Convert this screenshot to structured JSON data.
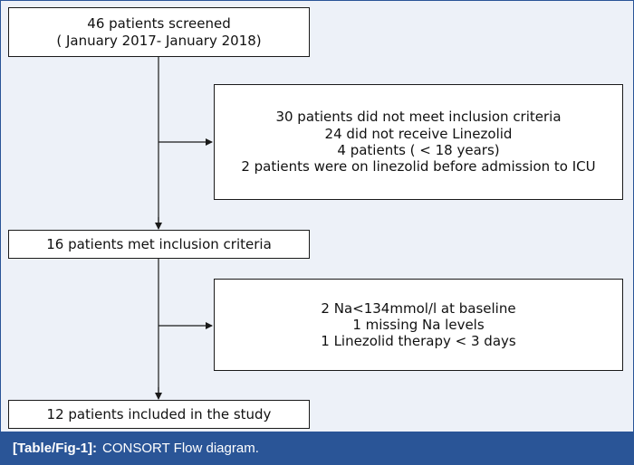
{
  "boxes": {
    "screened": {
      "lines": [
        "46 patients screened",
        "( January 2017- January 2018)"
      ]
    },
    "excluded_first": {
      "lines": [
        "30 patients did not meet inclusion criteria",
        "24 did not receive Linezolid",
        "4 patients ( < 18 years)",
        "2 patients were on linezolid before admission to ICU"
      ]
    },
    "met_inclusion": {
      "text": "16 patients met inclusion criteria"
    },
    "excluded_second": {
      "lines": [
        "2 Na<134mmol/l at baseline",
        "1 missing Na levels",
        "1 Linezolid therapy < 3 days"
      ]
    },
    "included": {
      "text": "12 patients included in the study"
    }
  },
  "caption": {
    "label": "[Table/Fig-1]:",
    "text": "CONSORT Flow diagram."
  },
  "colors": {
    "caption_bar": "#2a5597",
    "frame_background": "#edf1f8",
    "box_border": "#1a1a1a",
    "connector": "#1a1a1a"
  }
}
